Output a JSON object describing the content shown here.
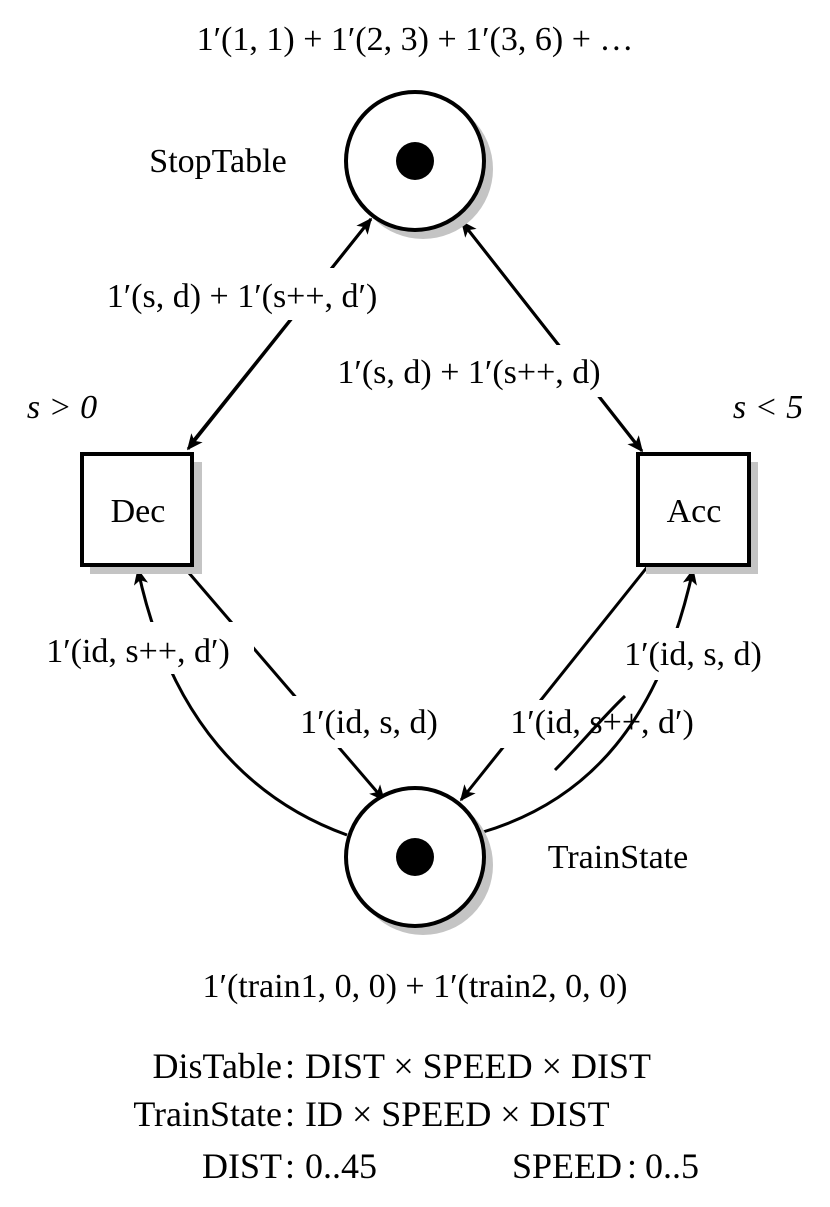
{
  "diagram": {
    "type": "colored-petri-net",
    "places": [
      {
        "id": "stop_table",
        "name": "StopTable",
        "initial_marking": "1′(1, 1) + 1′(2, 3) + 1′(3, 6) + …",
        "token_count": 1
      },
      {
        "id": "train_state",
        "name": "TrainState",
        "initial_marking": "1′(train1, 0, 0) + 1′(train2, 0, 0)",
        "token_count": 1
      }
    ],
    "transitions": [
      {
        "id": "dec",
        "name": "Dec",
        "guard": "s > 0"
      },
      {
        "id": "acc",
        "name": "Acc",
        "guard": "s < 5"
      }
    ],
    "arcs": [
      {
        "from": "Dec",
        "to": "StopTable",
        "inscription": "1′(s, d) + 1′(s++, d′)",
        "bidirectional": true
      },
      {
        "from": "Acc",
        "to": "StopTable",
        "inscription": "1′(s, d) + 1′(s++, d)",
        "bidirectional": true
      },
      {
        "from": "TrainState",
        "to": "Dec",
        "inscription": "1′(id, s++, d′)"
      },
      {
        "from": "Dec",
        "to": "TrainState",
        "inscription": "1′(id, s, d)"
      },
      {
        "from": "TrainState",
        "to": "Acc",
        "inscription": "1′(id, s, d)"
      },
      {
        "from": "Acc",
        "to": "TrainState",
        "inscription": "1′(id, s++, d′)"
      }
    ],
    "labels": {
      "stop_table_marking_parts": [
        "1′(1, 1) + 1′(2, 3) + 1′(3, 6) + …"
      ],
      "stop_table_name": "StopTable",
      "dec_name": "Dec",
      "acc_name": "Acc",
      "dec_guard": "s > 0",
      "acc_guard": "s < 5",
      "train_state_name": "TrainState",
      "train_state_marking": "1′(train1, 0, 0) + 1′(train2, 0, 0)",
      "arc_dec_stop": "1′(s, d) + 1′(s++, d′)",
      "arc_acc_stop": "1′(s, d) + 1′(s++, d)",
      "arc_train_dec": "1′(id, s++, d′)",
      "arc_dec_train": "1′(id, s, d)",
      "arc_train_acc": "1′(id, s, d)",
      "arc_acc_train": "1′(id, s++, d′)"
    },
    "declarations": [
      {
        "name": "DisTable",
        "sep": ":",
        "type": "DIST × SPEED × DIST"
      },
      {
        "name": "TrainState",
        "sep": ":",
        "type": "ID × SPEED × DIST"
      }
    ],
    "ranges": [
      {
        "name": "DIST",
        "sep": ":",
        "range": "0..45"
      },
      {
        "name": "SPEED",
        "sep": ":",
        "range": "0..5"
      }
    ],
    "colors": {
      "stroke": "#000000",
      "shadow": "#c4c4c4",
      "fill": "#ffffff",
      "token": "#000000"
    }
  }
}
